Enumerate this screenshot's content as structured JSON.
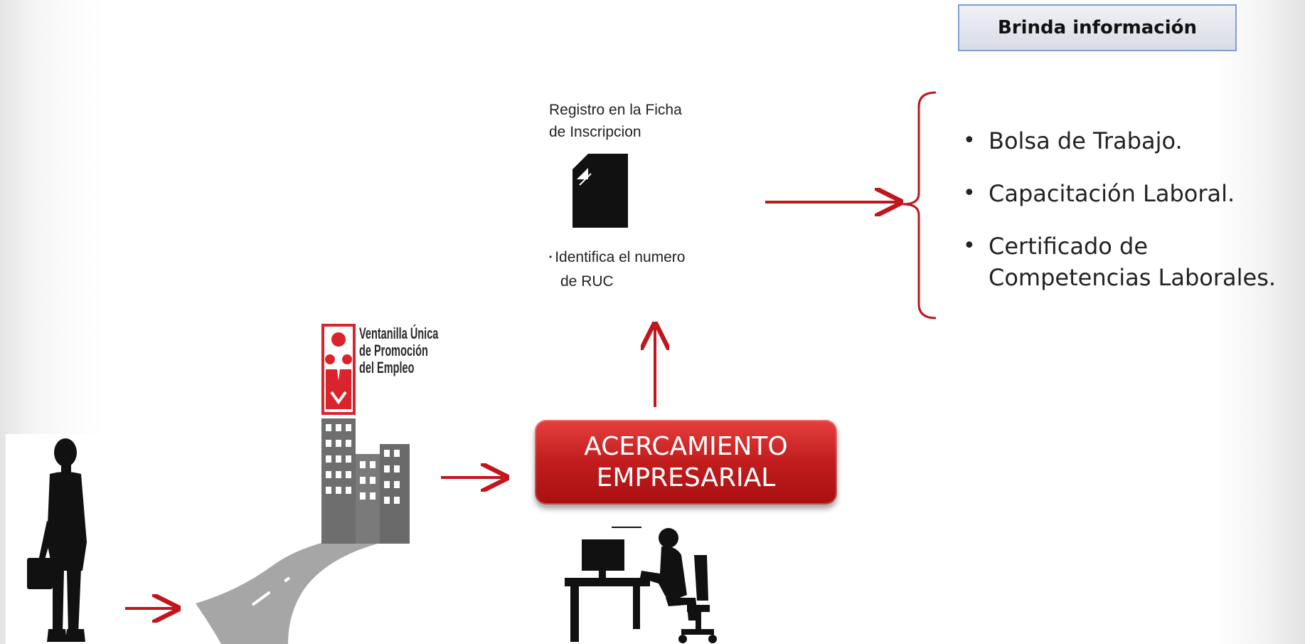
{
  "info_box": {
    "label": "Brinda información"
  },
  "ficha": {
    "title_line1": "Registro en la Ficha",
    "title_line2": "de Inscripcion",
    "note_bullet": "•",
    "note_line1": "Identifica el numero",
    "note_line2": "de RUC"
  },
  "services": [
    {
      "bullet": "•",
      "lines": [
        "Bolsa de Trabajo."
      ]
    },
    {
      "bullet": "•",
      "lines": [
        "Capacitación Laboral."
      ]
    },
    {
      "bullet": "•",
      "lines": [
        "Certificado de",
        "Competencias Laborales."
      ]
    }
  ],
  "acercamiento": {
    "line1": "ACERCAMIENTO",
    "line2": "EMPRESARIAL"
  },
  "ventanilla": {
    "line1": "Ventanilla Única",
    "line2": "de Promoción",
    "line3": "del Empleo"
  },
  "colors": {
    "arrow": "#c0161c",
    "box_red": "#c11d1e",
    "silhouette": "#111111",
    "building": "#6e6e6e",
    "road": "#a6a6a6"
  },
  "icons": [
    "businessman-silhouette-icon",
    "road-icon",
    "building-icon",
    "ventanilla-logo-icon",
    "document-icon",
    "office-worker-icon"
  ]
}
